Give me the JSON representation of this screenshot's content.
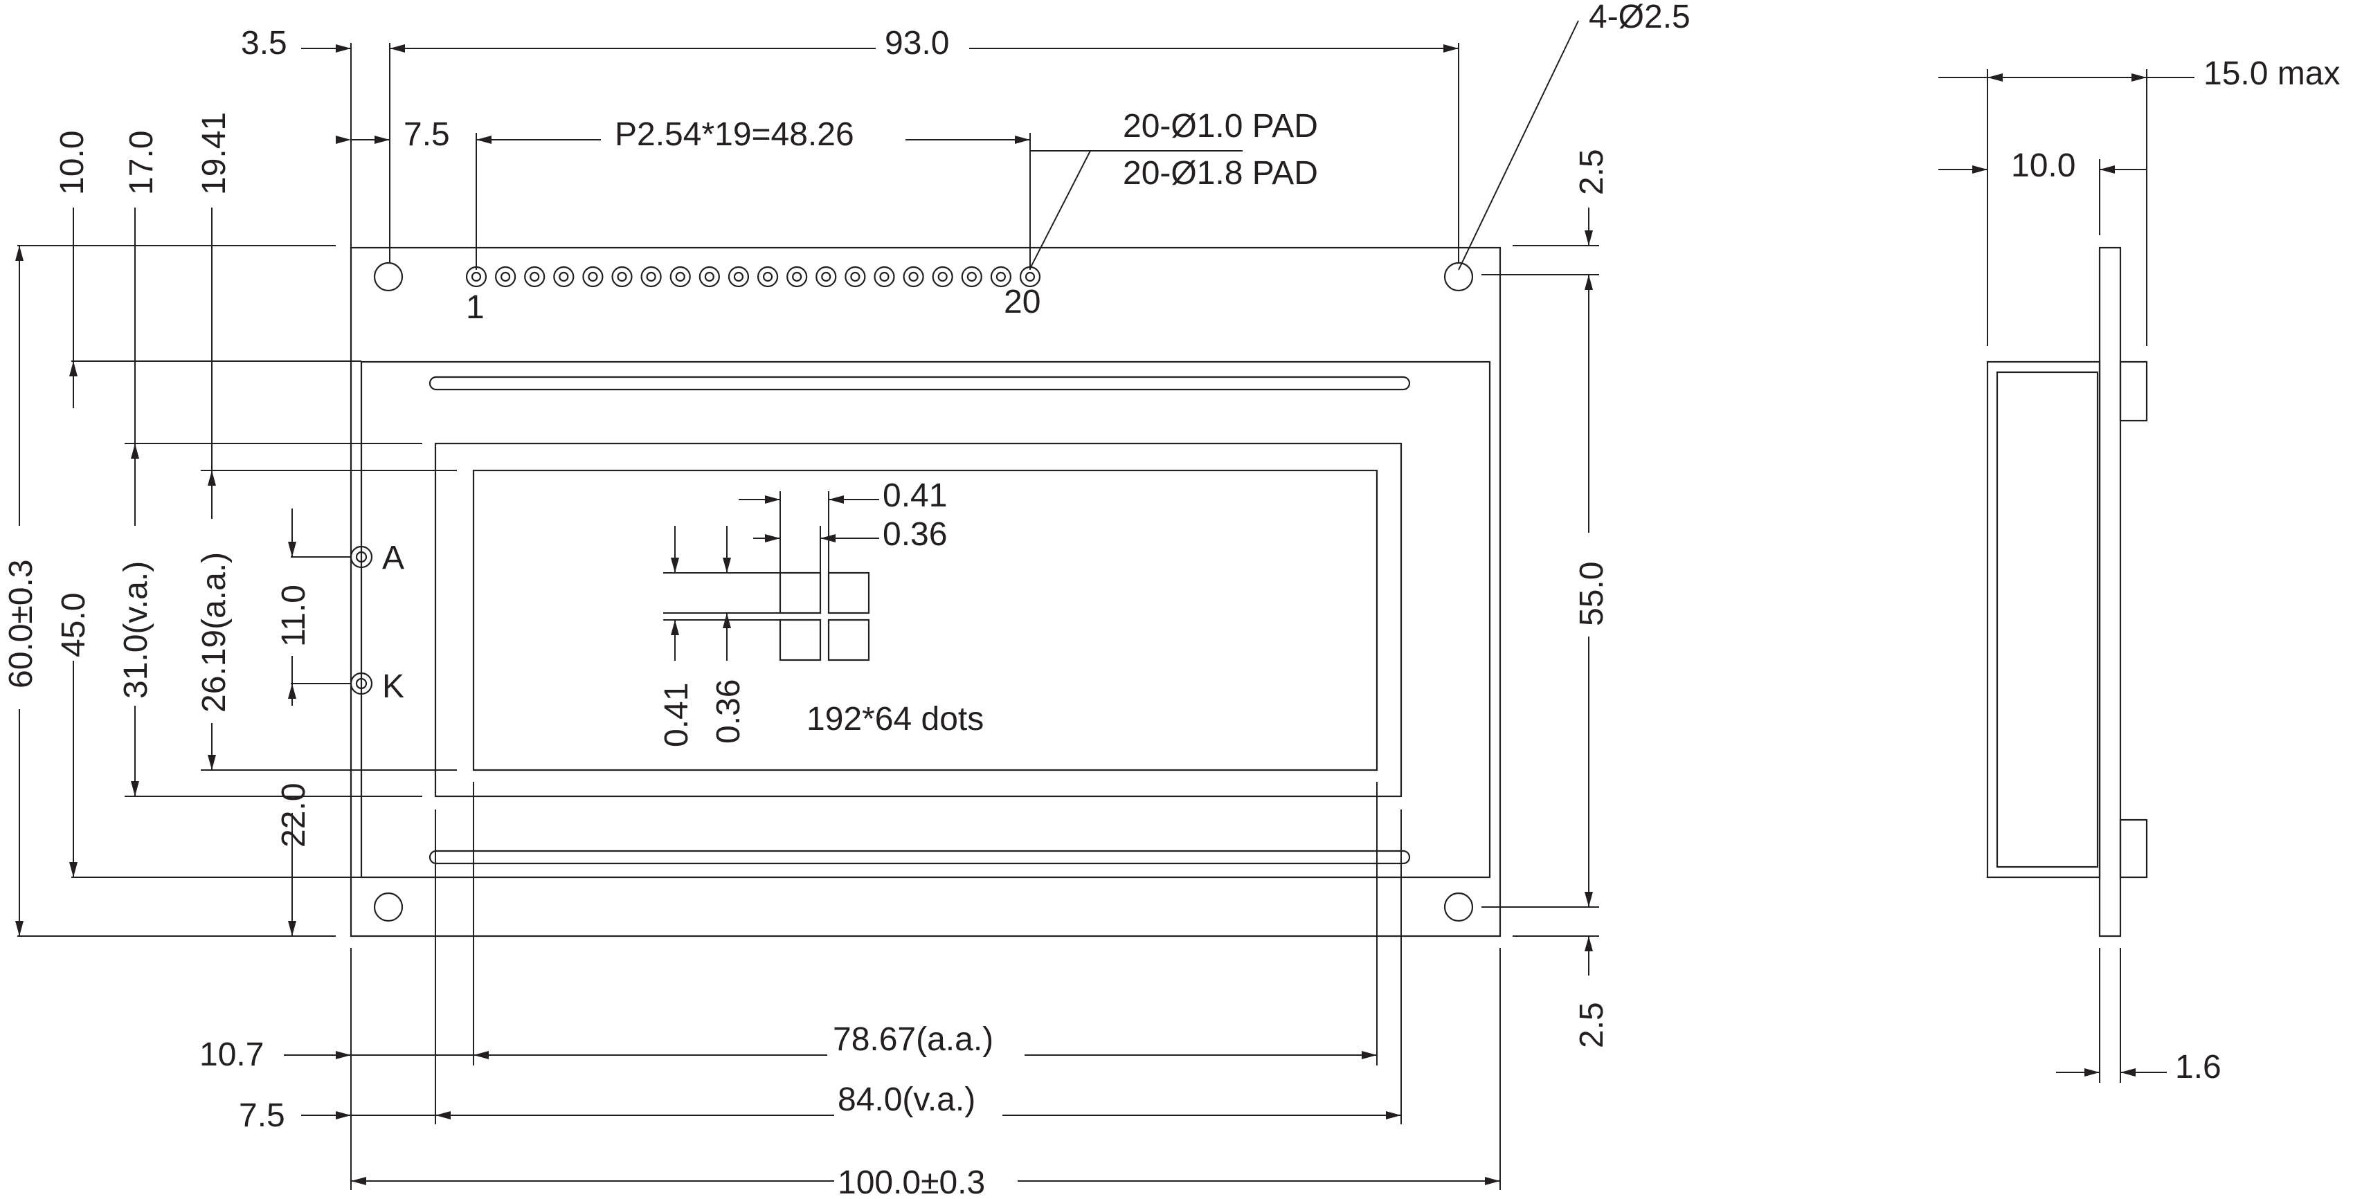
{
  "front_view": {
    "overall_width": "93.0",
    "edge_to_hole": "3.5",
    "hole_callout": "4-Ø2.5",
    "pin1_offset": "7.5",
    "pin_pitch": "P2.54*19=48.26",
    "pad_inner": "20-Ø1.0 PAD",
    "pad_outer": "20-Ø1.8 PAD",
    "pin_first": "1",
    "pin_last": "20",
    "dim_10_0": "10.0",
    "dim_17_0": "17.0",
    "dim_19_41": "19.41",
    "board_height": "60.0±0.3",
    "bezel_height": "45.0",
    "va_height": "31.0(v.a.)",
    "aa_height": "26.19(a.a.)",
    "backlight_spacing": "11.0",
    "backlight_offset": "22.0",
    "anode_label": "A",
    "cathode_label": "K",
    "top_margin": "2.5",
    "hole_spacing_v": "55.0",
    "bottom_margin": "2.5",
    "dot_pitch_h": "0.41",
    "dot_size_h": "0.36",
    "dot_pitch_v": "0.41",
    "dot_size_v": "0.36",
    "resolution": "192*64 dots",
    "aa_offset": "10.7",
    "aa_width": "78.67(a.a.)",
    "va_offset": "7.5",
    "va_width": "84.0(v.a.)",
    "board_width": "100.0±0.3"
  },
  "side_view": {
    "max_thickness": "15.0 max",
    "module_depth": "10.0",
    "pcb_thickness": "1.6"
  }
}
